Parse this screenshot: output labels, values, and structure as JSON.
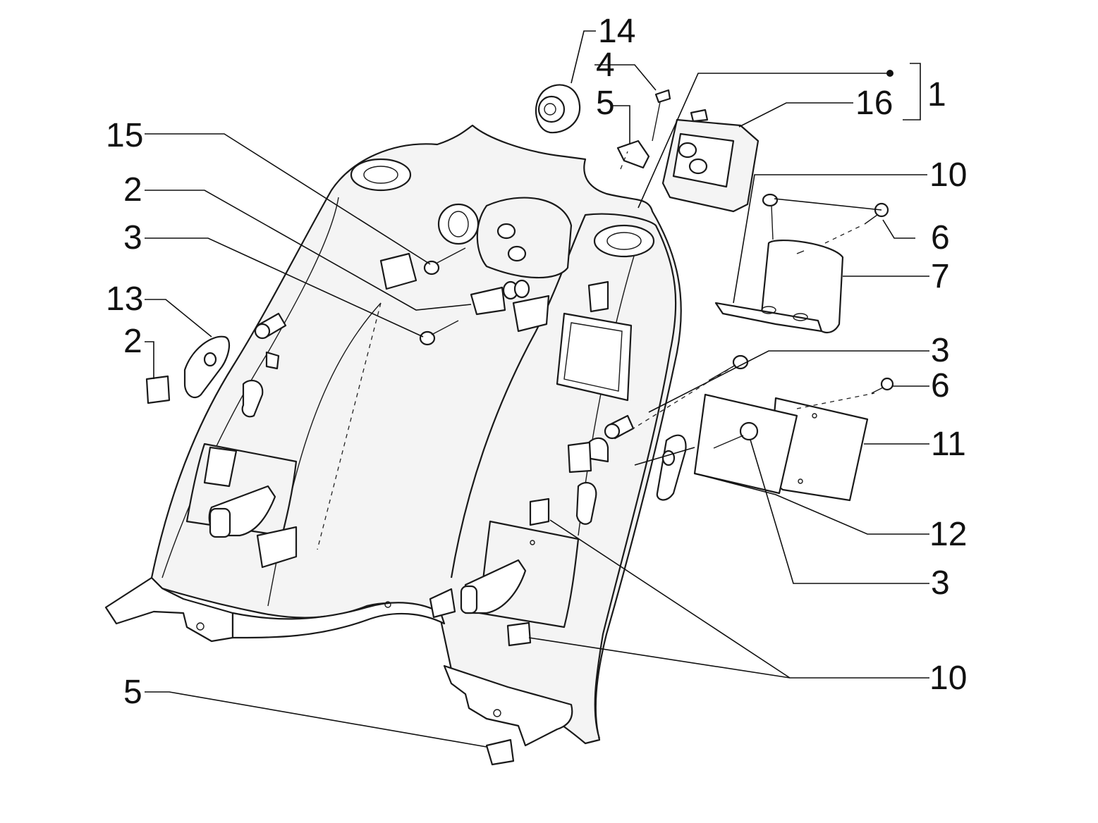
{
  "callouts": {
    "c14": "14",
    "c4": "4",
    "c5_top": "5",
    "c16": "16",
    "c1": "1",
    "c15": "15",
    "c10_top": "10",
    "c2_top": "2",
    "c6_top": "6",
    "c3_top": "3",
    "c7": "7",
    "c13": "13",
    "c2_left": "2",
    "c3_mid": "3",
    "c6_mid": "6",
    "c11": "11",
    "c12": "12",
    "c3_low": "3",
    "c10_low": "10",
    "c5_bottom": "5"
  }
}
